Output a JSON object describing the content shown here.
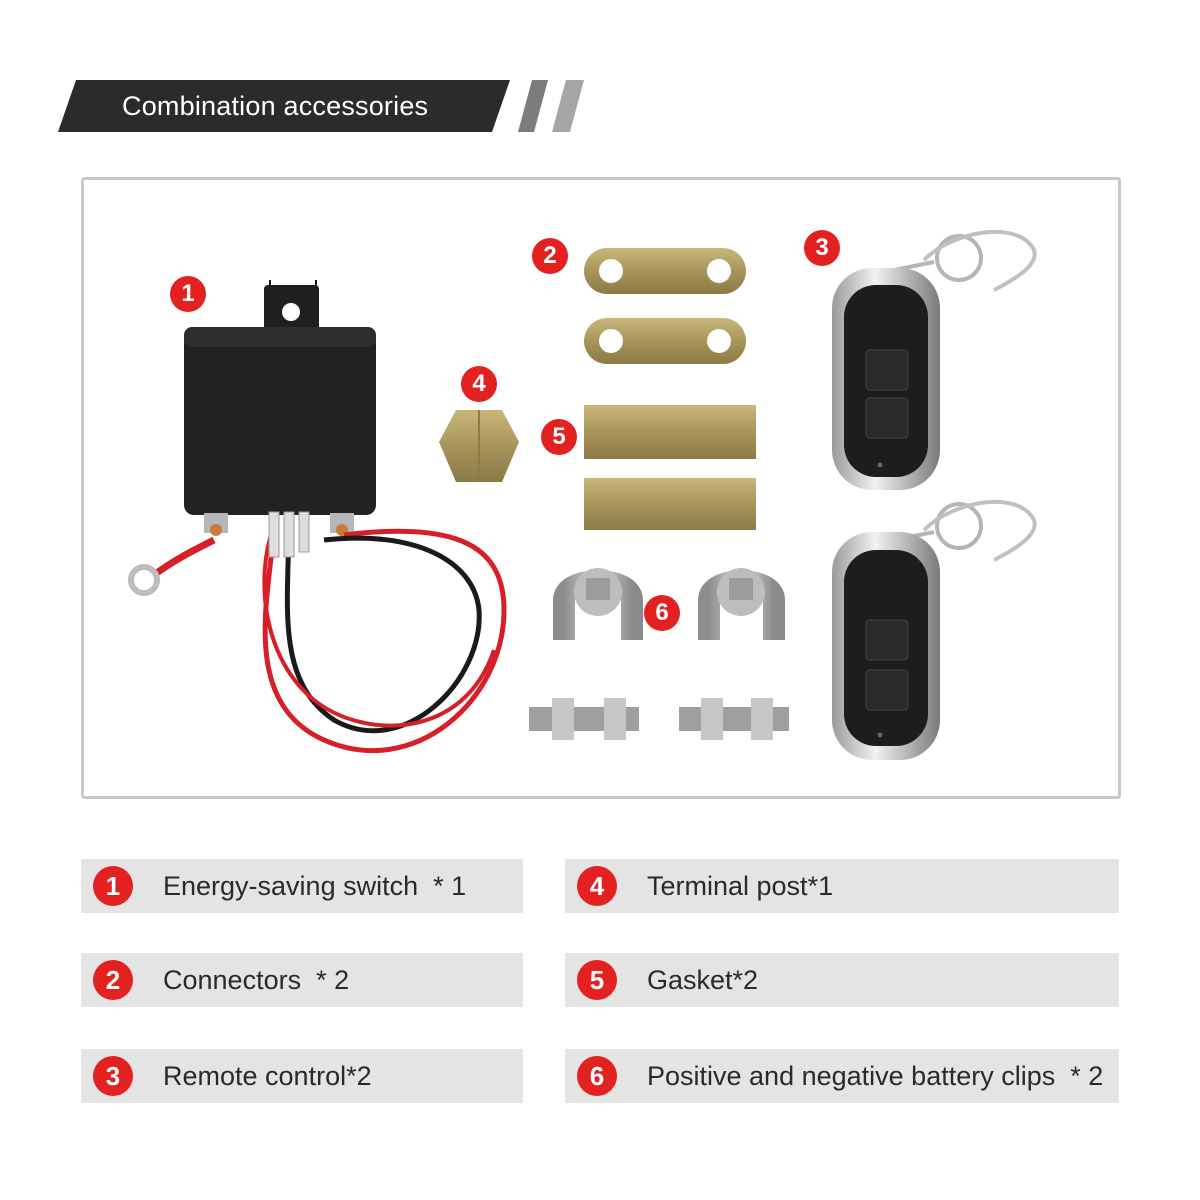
{
  "header": {
    "title": "Combination accessories"
  },
  "colors": {
    "accent": "#e32121",
    "banner": "#2b2b2b",
    "legend_bg": "#e4e4e4",
    "brass": "#b3a064"
  },
  "markers": [
    "1",
    "2",
    "3",
    "4",
    "5",
    "6"
  ],
  "legend": [
    {
      "number": "1",
      "text": "Energy-saving switch  * 1"
    },
    {
      "number": "2",
      "text": "Connectors  * 2"
    },
    {
      "number": "3",
      "text": "Remote control*2"
    },
    {
      "number": "4",
      "text": "Terminal post*1"
    },
    {
      "number": "5",
      "text": "Gasket*2"
    },
    {
      "number": "6",
      "text": "Positive and negative battery clips  * 2"
    }
  ]
}
